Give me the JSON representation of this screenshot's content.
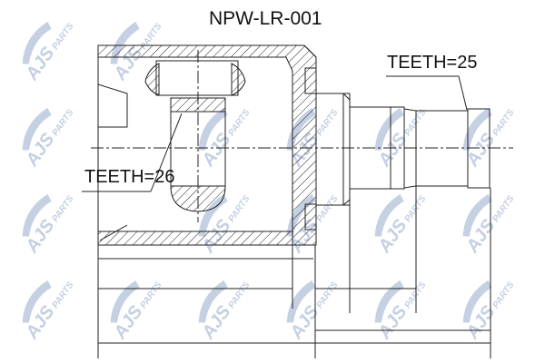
{
  "title": "NPW-LR-001",
  "labels": {
    "teeth_outer": "TEETH=25",
    "teeth_inner": "TEETH=26"
  },
  "watermark": {
    "brand": "AJS",
    "suffix": "PARTS",
    "color": "#c5d0e3"
  }
}
